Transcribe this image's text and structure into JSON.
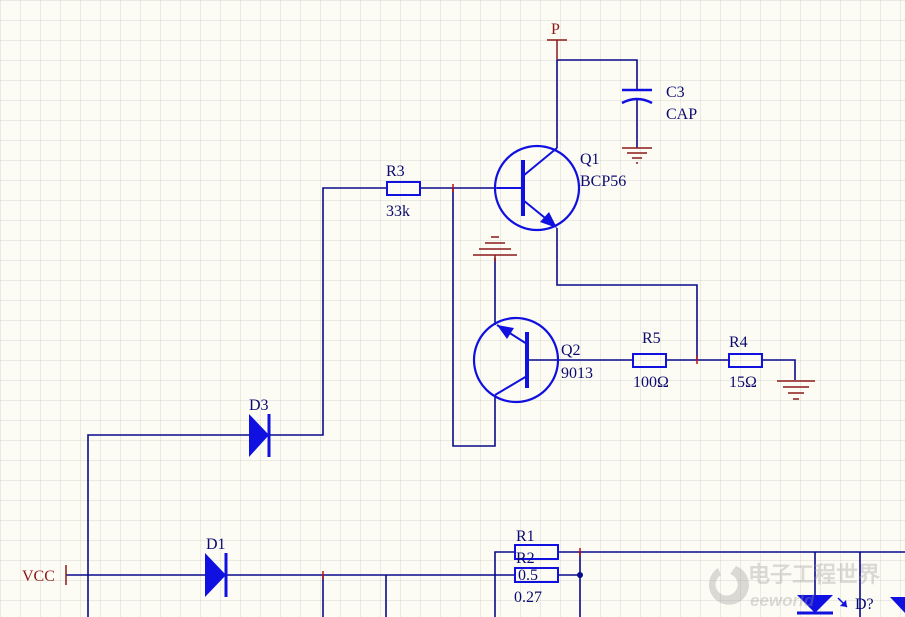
{
  "components": {
    "Q1": {
      "ref": "Q1",
      "value": "BCP56"
    },
    "Q2": {
      "ref": "Q2",
      "value": "9013"
    },
    "R3": {
      "ref": "R3",
      "value": "33k"
    },
    "R5": {
      "ref": "R5",
      "value": "100Ω"
    },
    "R4": {
      "ref": "R4",
      "value": "15Ω"
    },
    "C3": {
      "ref": "C3",
      "value": "CAP"
    },
    "D3": {
      "ref": "D3"
    },
    "D1": {
      "ref": "D1"
    },
    "R1": {
      "ref": "R1",
      "value": "0.27"
    },
    "R2": {
      "ref": "R2",
      "value": "0.5"
    },
    "D_unknown": {
      "ref": "D?"
    }
  },
  "ports": {
    "P": "P",
    "VCC": "VCC"
  },
  "watermark": {
    "text": "电子工程世界",
    "sub": "eeworld"
  },
  "colors": {
    "wire": "#0a0a8c",
    "symbol": "#1010e0",
    "power": "#8b1a1a",
    "background": "#fdfcf4"
  }
}
